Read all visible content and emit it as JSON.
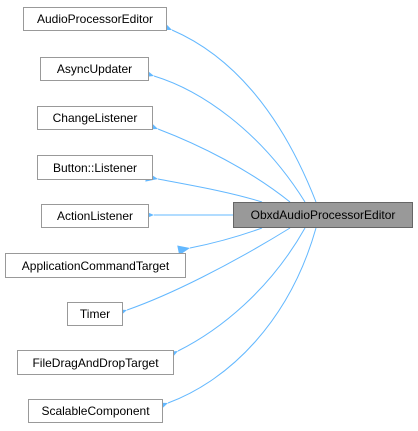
{
  "diagram": {
    "derived_class": "ObxdAudioProcessorEditor",
    "base_classes": [
      "AudioProcessorEditor",
      "AsyncUpdater",
      "ChangeListener",
      "Button::Listener",
      "ActionListener",
      "ApplicationCommandTarget",
      "Timer",
      "FileDragAndDropTarget",
      "ScalableComponent"
    ],
    "edge_color": "#63b8ff",
    "node_border_color": "#999999",
    "highlight_color": "#999999"
  }
}
